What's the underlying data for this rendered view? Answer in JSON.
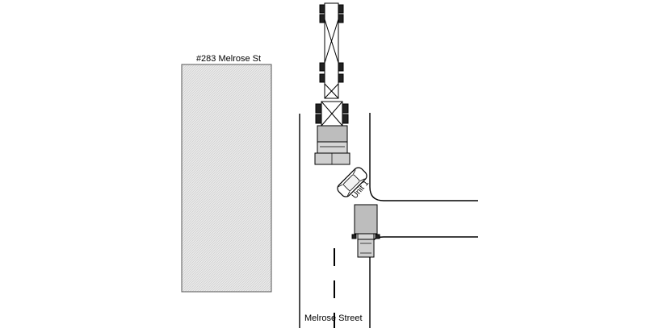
{
  "building": {
    "label": "#283 Melrose St"
  },
  "street": {
    "label": "Melrose Street"
  },
  "vehicles": {
    "unit1": {
      "label": "Unit 1"
    },
    "tractor_trailer": {
      "label": ""
    },
    "box_truck": {
      "label": ""
    }
  },
  "colors": {
    "ink": "#000000",
    "building_fill": "#e4e4e4",
    "truck_body": "#bdbdbd",
    "truck_cab": "#d6d6d6",
    "background": "#ffffff"
  }
}
